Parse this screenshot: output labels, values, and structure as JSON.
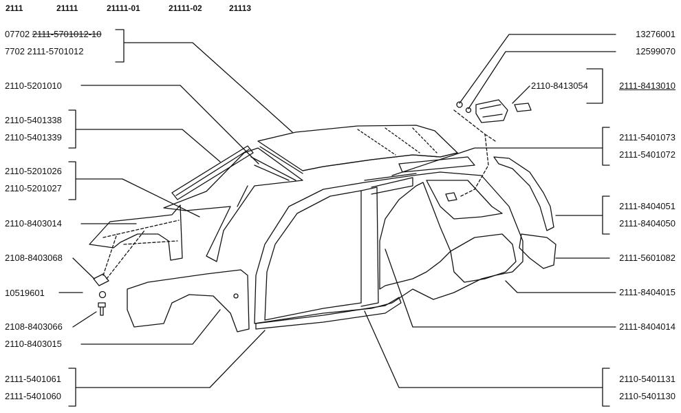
{
  "header": {
    "models": [
      "2111",
      "21111",
      "21111-01",
      "21111-02",
      "21113"
    ]
  },
  "left_labels": {
    "sunroof_a": "07702",
    "sunroof_a_old": "2111-5701012-10",
    "sunroof_b": "7702  2111-5701012",
    "l1": "2110-5201010",
    "l2a": "2110-5401338",
    "l2b": "2110-5401339",
    "l3a": "2110-5201026",
    "l3b": "2110-5201027",
    "l4": "2110-8403014",
    "l5": "2108-8403068",
    "l6": "10519601",
    "l7": "2108-8403066",
    "l8": "2110-8403015",
    "l9a": "2111-5401061",
    "l9b": "2111-5401060"
  },
  "right_labels": {
    "r1": "13276001",
    "r2": "12599070",
    "r3": "2110-8413054",
    "r3b": "2111-8413010",
    "r4a": "2111-5401073",
    "r4b": "2111-5401072",
    "r5a": "2111-8404051",
    "r5b": "2111-8404050",
    "r6": "2111-5601082",
    "r7": "2111-8404015",
    "r8": "2111-8404014",
    "r9a": "2110-5401131",
    "r9b": "2110-5401130"
  }
}
